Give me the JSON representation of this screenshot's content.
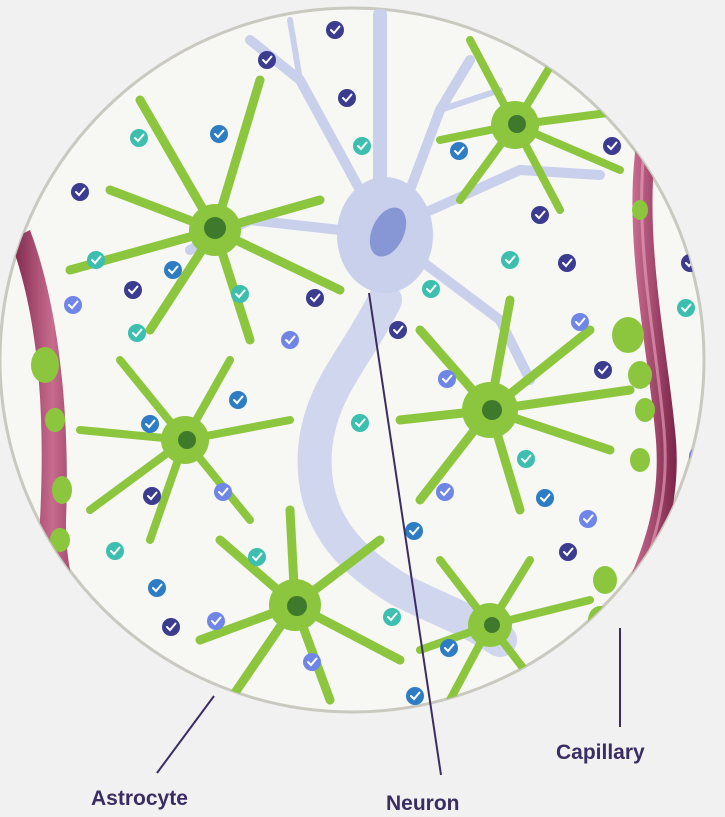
{
  "labels": {
    "astrocyte": "Astrocyte",
    "neuron": "Neuron",
    "capillary": "Capillary"
  },
  "colors": {
    "background": "#f1f1f1",
    "circle_fill": "#f7f7f4",
    "circle_border": "#c9c9c0",
    "astrocyte": "#8cc63f",
    "astrocyte_nucleus": "#3f7a2c",
    "neuron": "#c9d0ec",
    "neuron_nucleus": "#8796d4",
    "capillary": "#8b2f55",
    "capillary_highlight": "#c86b8e",
    "leader_line": "#3b2d63",
    "label_text": "#3b2d63",
    "badge_dark": "#3b3b8f",
    "badge_blue": "#2e7dc4",
    "badge_teal": "#3cbfae",
    "badge_periwinkle": "#6f86e8"
  },
  "icons": {
    "badge": "checkmark-badge-icon"
  }
}
